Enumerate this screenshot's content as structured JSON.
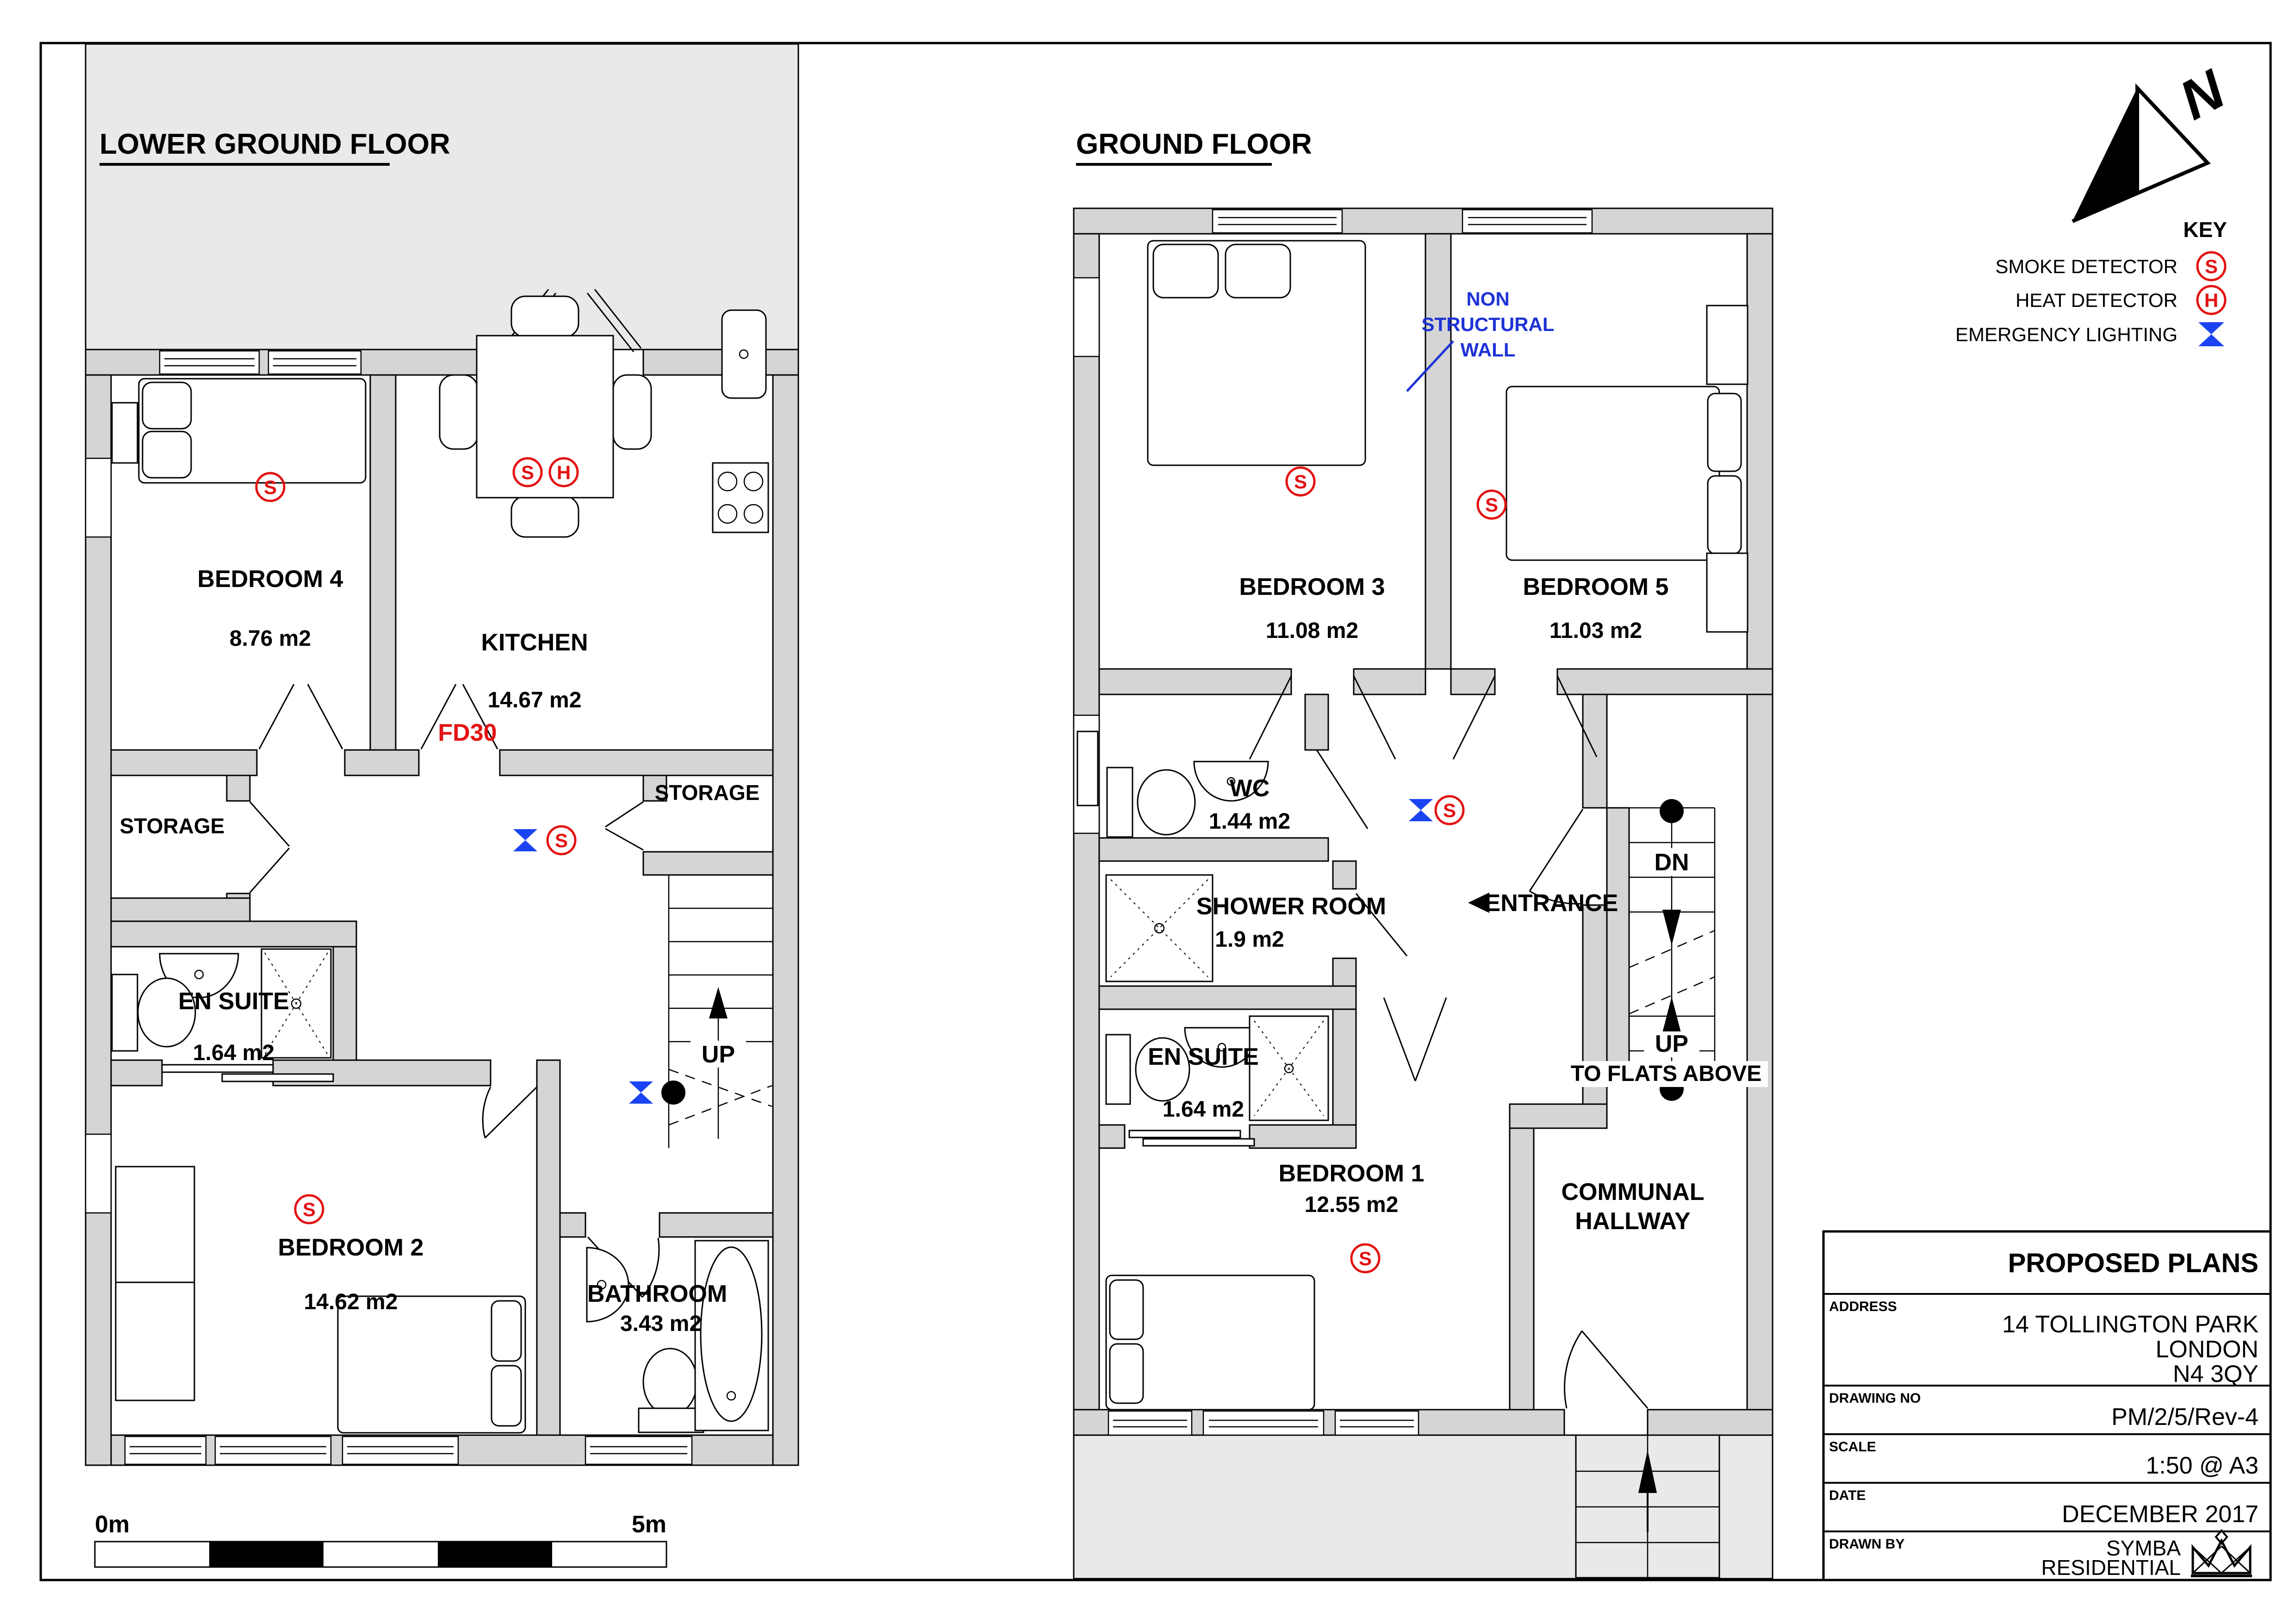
{
  "titles": {
    "lower": "LOWER GROUND FLOOR",
    "ground": "GROUND FLOOR"
  },
  "key": {
    "heading": "KEY",
    "smoke": "SMOKE DETECTOR",
    "heat": "HEAT DETECTOR",
    "emergency": "EMERGENCY LIGHTING"
  },
  "north": {
    "n": "N"
  },
  "scalebar": {
    "start": "0m",
    "end": "5m"
  },
  "sym": {
    "s": "S",
    "h": "H"
  },
  "colors": {
    "red": "#e31212",
    "blue": "#1a43f3",
    "wall_gray": "#d5d5d5",
    "area_gray": "#e9e9e9"
  },
  "lg": {
    "bedroom4": {
      "name": "BEDROOM 4",
      "area": "8.76 m2"
    },
    "kitchen": {
      "name": "KITCHEN",
      "area": "14.67 m2"
    },
    "fd30": "FD30",
    "storage_left": "STORAGE",
    "storage_right": "STORAGE",
    "ensuite": {
      "name": "EN SUITE",
      "area": "1.64 m2"
    },
    "bedroom2": {
      "name": "BEDROOM 2",
      "area": "14.62 m2"
    },
    "bathroom": {
      "name": "BATHROOM",
      "area": "3.43 m2"
    },
    "up": "UP"
  },
  "gf": {
    "bedroom3": {
      "name": "BEDROOM 3",
      "area": "11.08 m2"
    },
    "bedroom5": {
      "name": "BEDROOM 5",
      "area": "11.03 m2"
    },
    "ns1": "NON",
    "ns2": "STRUCTURAL",
    "ns3": "WALL",
    "wc": {
      "name": "WC",
      "area": "1.44 m2"
    },
    "shower": {
      "name": "SHOWER ROOM",
      "area": "1.9 m2"
    },
    "entrance": "ENTRANCE",
    "dn": "DN",
    "up": "UP",
    "to_flats": "TO FLATS ABOVE",
    "ensuite": {
      "name": "EN SUITE",
      "area": "1.64 m2"
    },
    "bedroom1": {
      "name": "BEDROOM 1",
      "area": "12.55 m2"
    },
    "communal1": "COMMUNAL",
    "communal2": "HALLWAY"
  },
  "tb": {
    "title": "PROPOSED PLANS",
    "address_label": "ADDRESS",
    "address1": "14 TOLLINGTON PARK",
    "address2": "LONDON",
    "address3": "N4 3QY",
    "drawing_label": "DRAWING NO",
    "drawing_no": "PM/2/5/Rev-4",
    "scale_label": "SCALE",
    "scale": "1:50 @ A3",
    "date_label": "DATE",
    "date": "DECEMBER 2017",
    "drawn_label": "DRAWN BY",
    "brand1": "SYMBA",
    "brand2": "RESIDENTIAL"
  }
}
